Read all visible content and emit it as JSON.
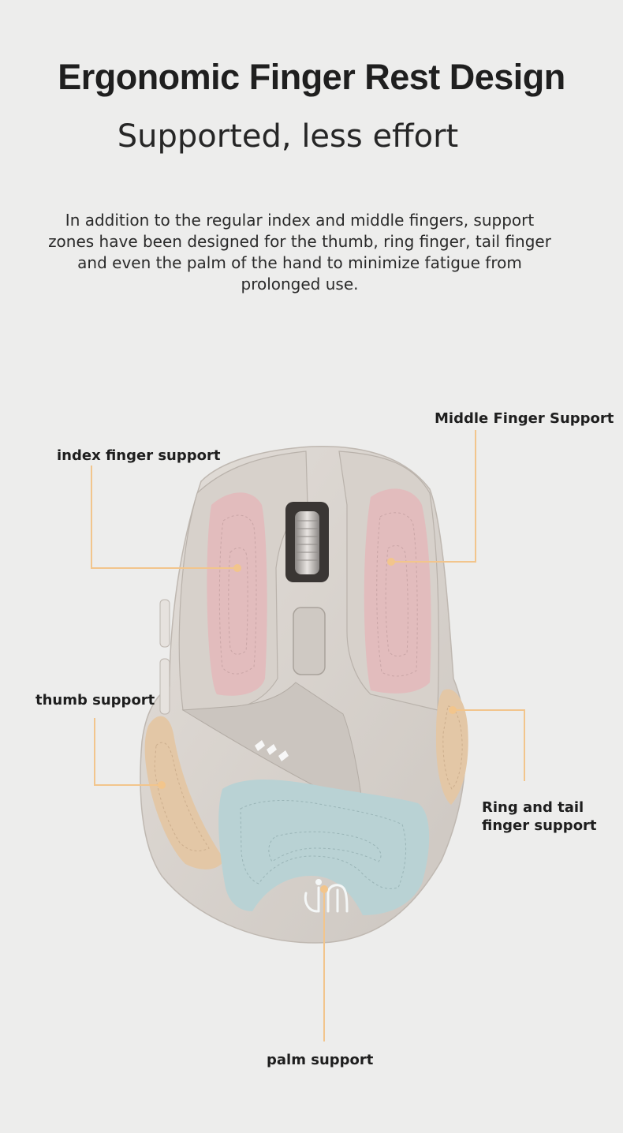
{
  "heading": {
    "title": "Ergonomic Finger Rest Design",
    "subtitle": "Supported, less effort",
    "description": "In addition to the regular index and middle fingers, support zones have been designed for the thumb, ring finger, tail finger and even the palm of the hand to minimize fatigue from prolonged use."
  },
  "labels": {
    "index": "index finger support",
    "middle": "Middle Finger Support",
    "thumb": "thumb support",
    "ring": "Ring and tail finger support",
    "palm": "palm support"
  },
  "colors": {
    "background": "#ededec",
    "mouse_body": "#d9d4cf",
    "finger_pad": "#e2bcbd",
    "thumb_pad": "#e3c7a6",
    "palm_pad": "#b9d2d4",
    "leader_line": "#f2c58c"
  }
}
